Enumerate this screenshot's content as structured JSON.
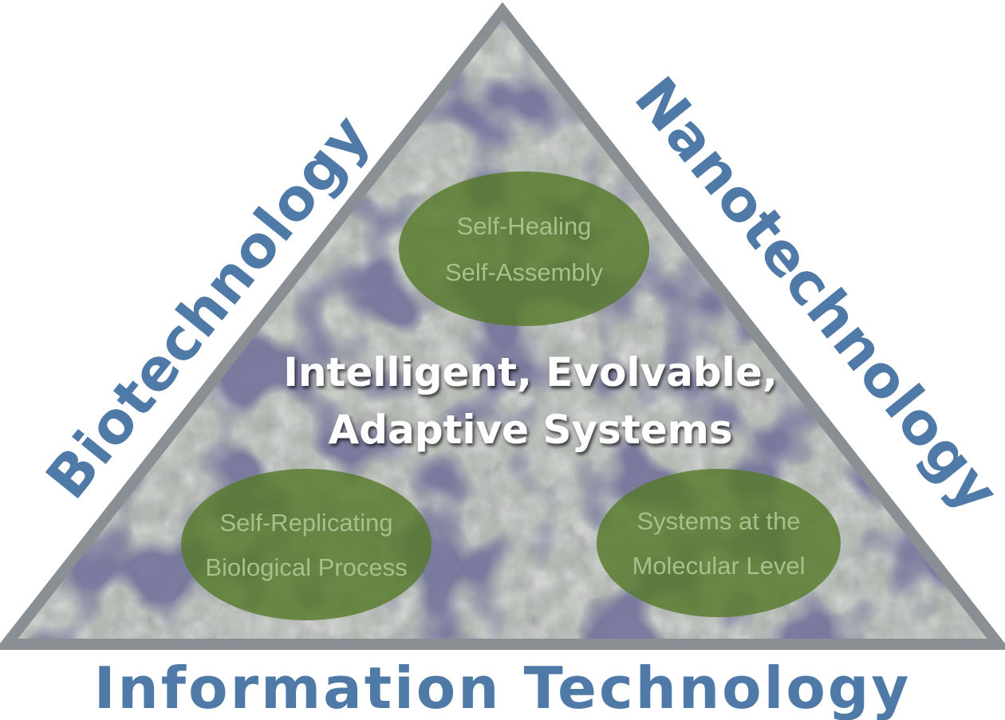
{
  "sides": {
    "left": "Biotechnology",
    "right": "Nanotechnology",
    "bottom": "Information Technology"
  },
  "center": {
    "line1": "Intelligent, Evolvable,",
    "line2": "Adaptive Systems"
  },
  "ovals": {
    "top": {
      "line1": "Self-Healing",
      "line2": "Self-Assembly"
    },
    "left": {
      "line1": "Self-Replicating",
      "line2": "Biological Process"
    },
    "right": {
      "line1": "Systems at the",
      "line2": "Molecular Level"
    }
  },
  "colors": {
    "label_blue": "#4f79a6",
    "triangle_border": "#8a8f94",
    "oval_green": "#567a2a",
    "oval_text": "#a9bf8c",
    "texture_light": "#b8bcb4",
    "texture_dark": "#2a2a4e"
  }
}
